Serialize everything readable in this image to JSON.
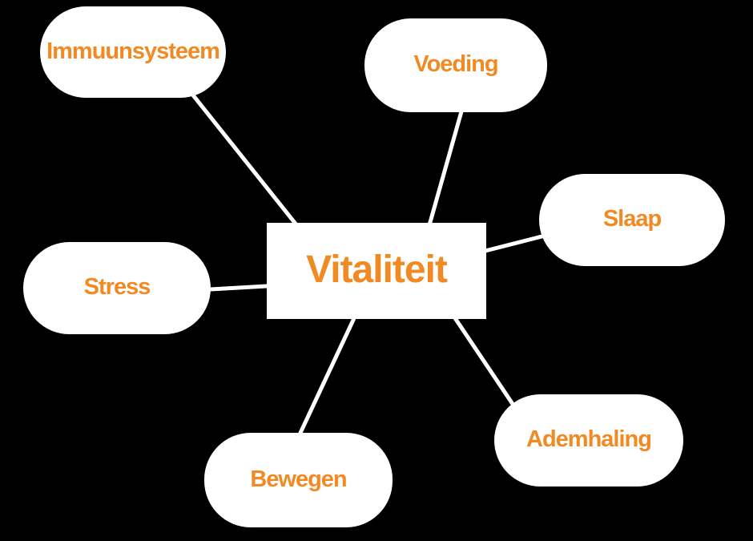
{
  "diagram": {
    "type": "mindmap",
    "background_color": "#000000",
    "node_fill_color": "#FFFFFF",
    "node_text_color": "#F18A22",
    "connector_color": "#FFFFFF",
    "center": {
      "label": "Vitaliteit"
    },
    "branches": [
      {
        "label": "Immuunsysteem"
      },
      {
        "label": "Voeding"
      },
      {
        "label": "Slaap"
      },
      {
        "label": "Stress"
      },
      {
        "label": "Bewegen"
      },
      {
        "label": "Ademhaling"
      }
    ]
  }
}
